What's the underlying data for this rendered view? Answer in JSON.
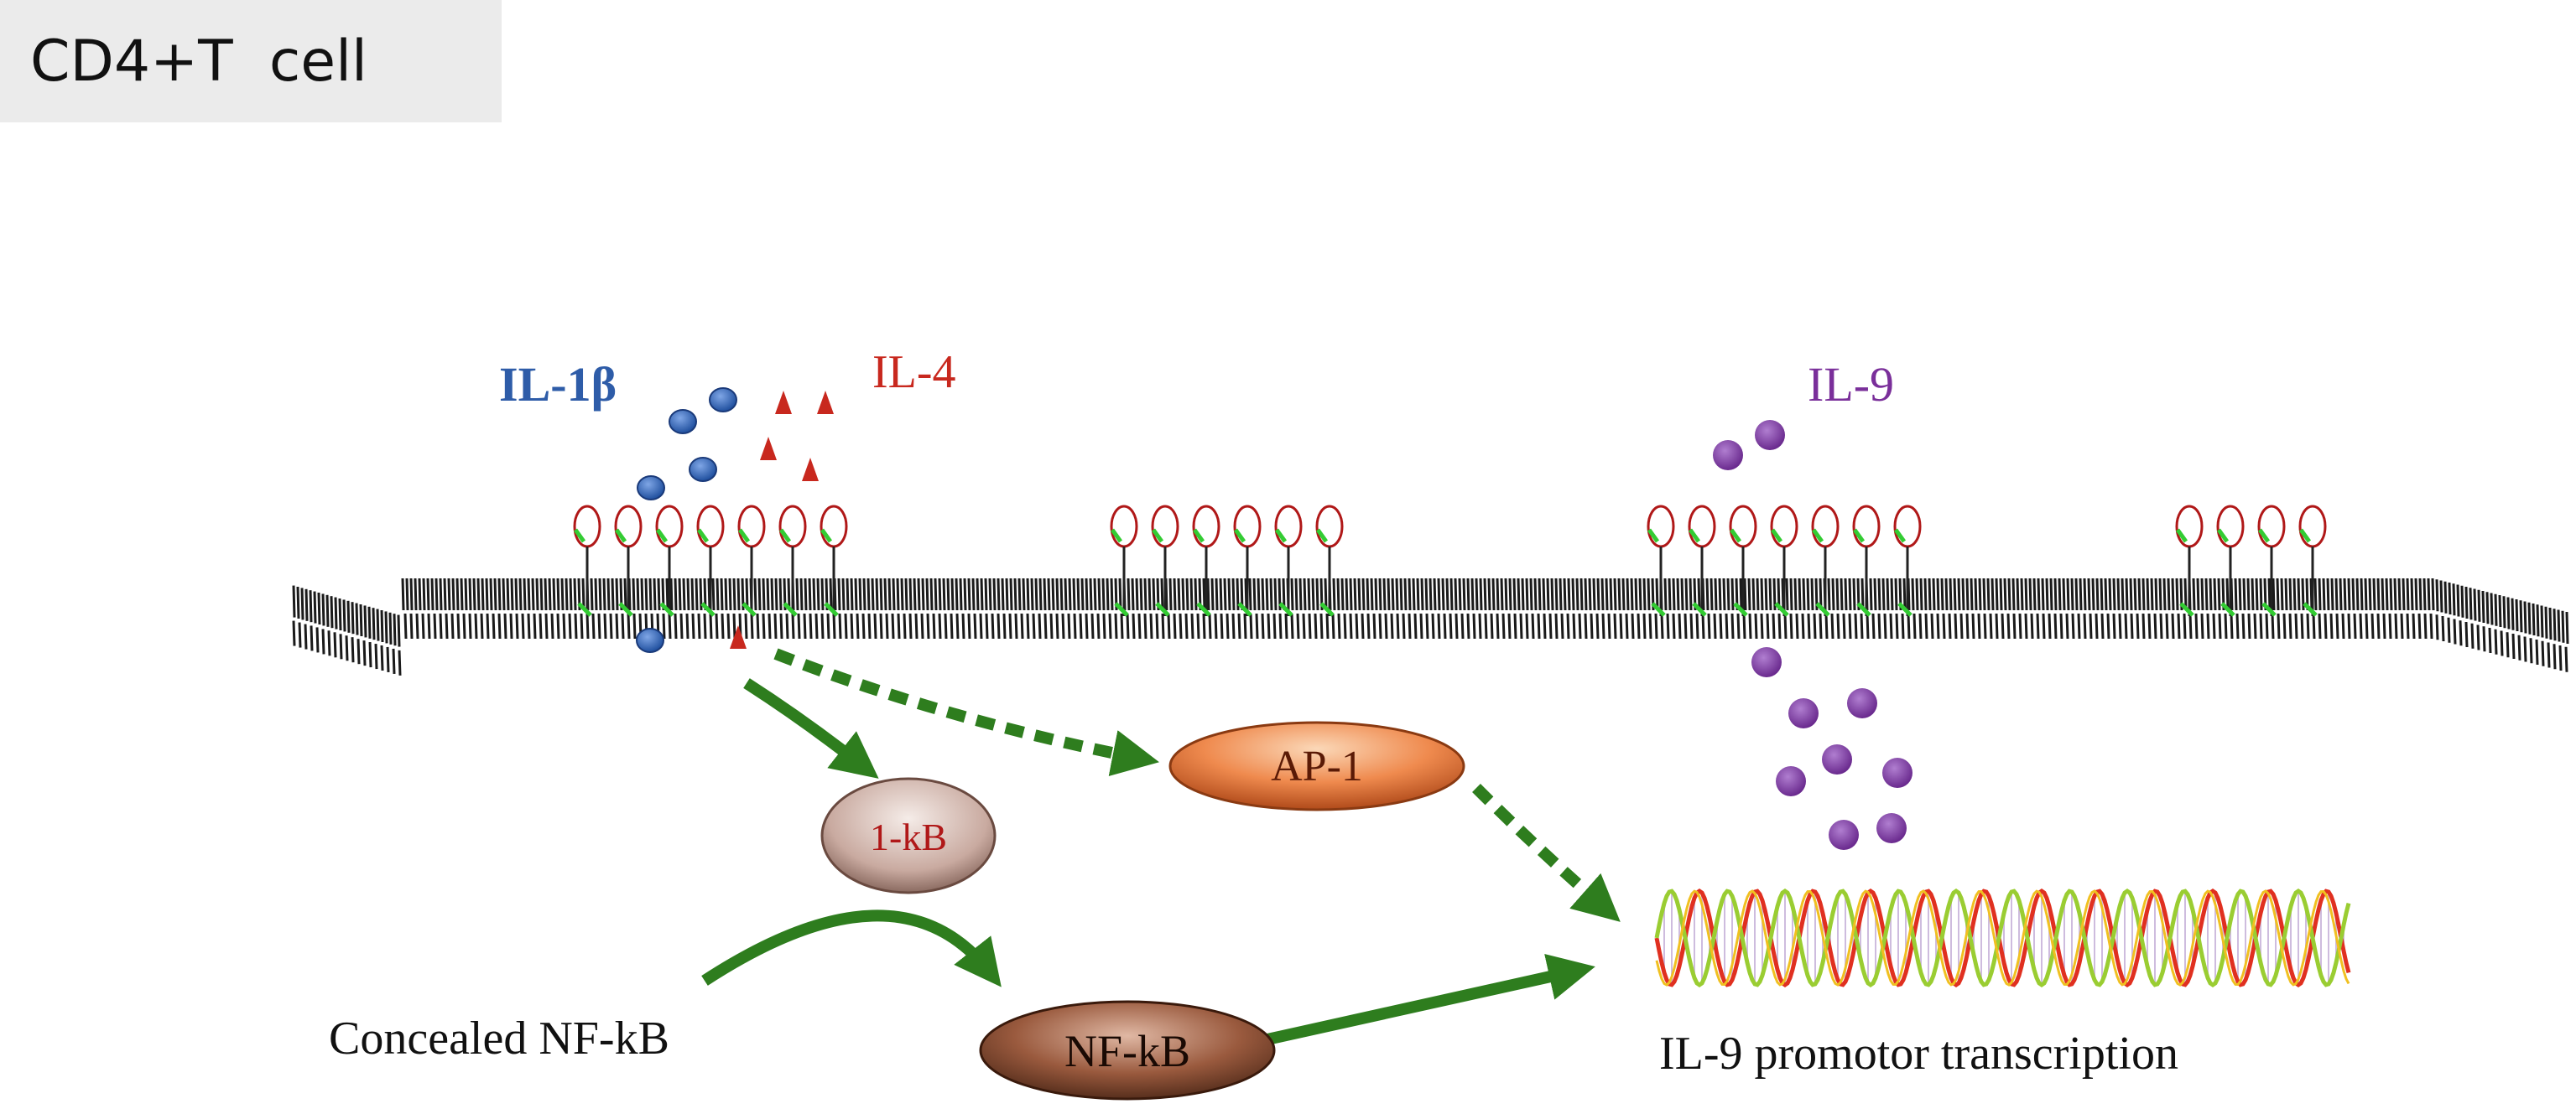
{
  "title": "CD4+T  cell",
  "labels": {
    "il1b": "IL-1β",
    "il4": "IL-4",
    "il9": "IL-9",
    "ikb": "1-kB",
    "ap1": "AP-1",
    "nfkb": "NF-kB",
    "concealed": "Concealed NF-kB",
    "promotor": "IL-9 promotor transcription"
  },
  "colors": {
    "il1b": "#2e5ca8",
    "il4": "#c8281e",
    "il9": "#7a2f9a",
    "arrow": "#2e7d1e",
    "membrane": "#1a1a1a",
    "receptor": "#b01818",
    "receptor_tail": "#33cc33"
  }
}
